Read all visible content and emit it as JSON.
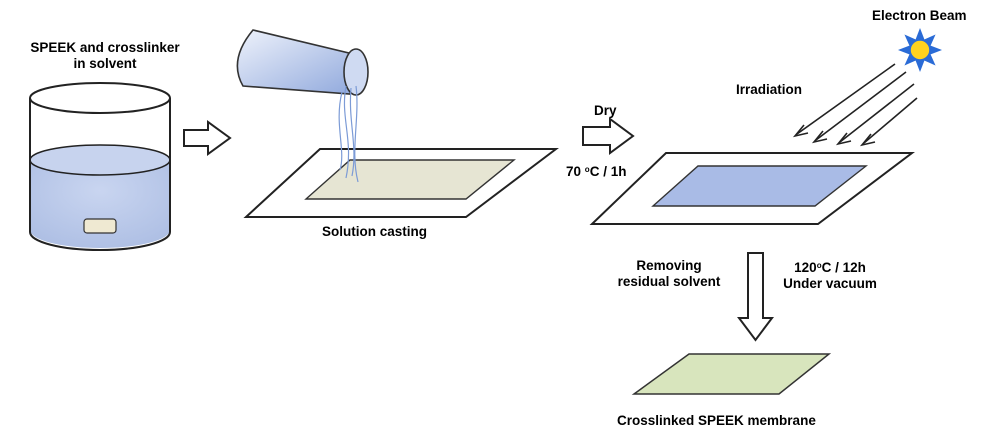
{
  "labels": {
    "beaker_line1": "SPEEK and crosslinker",
    "beaker_line2": "in solvent",
    "solution_casting": "Solution casting",
    "dry": "Dry",
    "dry_temp": "70",
    "dry_temp_unit": "C / 1h",
    "electron_beam": "Electron Beam",
    "irradiation": "Irradiation",
    "removing_line1": "Removing",
    "removing_line2": "residual solvent",
    "vacuum_temp": "120",
    "vacuum_temp_unit": "C / 12h",
    "under_vacuum": "Under vacuum",
    "final_membrane": "Crosslinked SPEEK membrane",
    "degree_symbol": "o"
  },
  "colors": {
    "liquid": "#b9c8e8",
    "cast_film": "#e6e5d3",
    "irradiated_film": "#a9bbe6",
    "final_membrane": "#d8e5bd",
    "sun_rays": "#2a6bd6",
    "sun_core": "#ffd21f"
  }
}
